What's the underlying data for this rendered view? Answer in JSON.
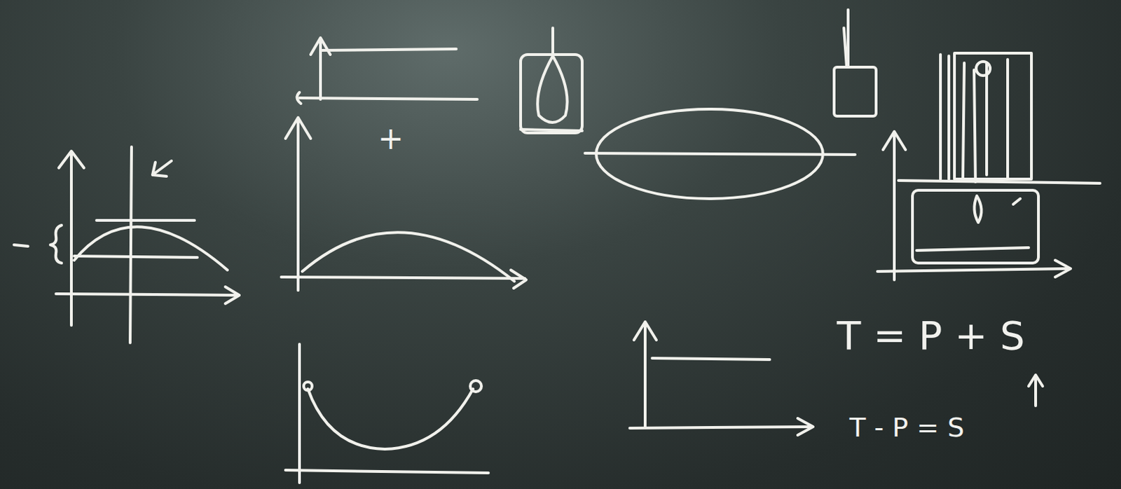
{
  "diagram": {
    "labels": [
      "+",
      "T = P + S",
      "T - P = S"
    ]
  }
}
